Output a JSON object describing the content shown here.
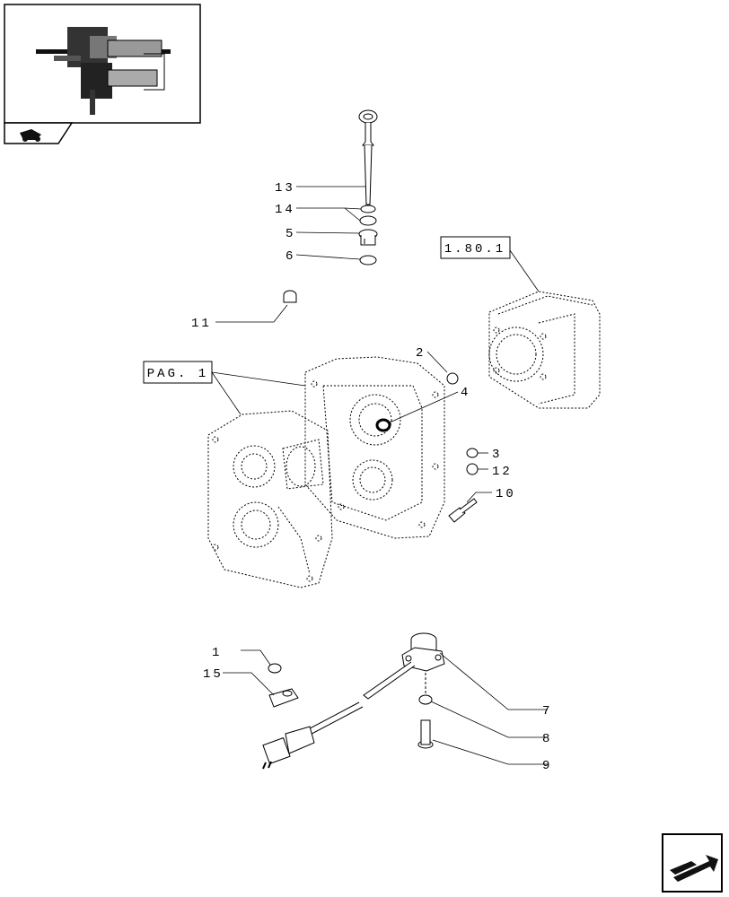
{
  "thumbnail": {
    "icon": "assembly-thumbnail",
    "nav_icon": "tractor-icon"
  },
  "reference_boxes": {
    "page_ref": "PAG. 1",
    "section_ref": "1.80.1"
  },
  "callouts": {
    "c1": "1",
    "c2": "2",
    "c3": "3",
    "c4": "4",
    "c5": "5",
    "c6": "6",
    "c7": "7",
    "c8": "8",
    "c9": "9",
    "c10": "10",
    "c11": "11",
    "c12": "12",
    "c13": "13",
    "c14": "14",
    "c15": "15"
  },
  "navigation": {
    "next_icon": "next-page-arrow-icon"
  }
}
